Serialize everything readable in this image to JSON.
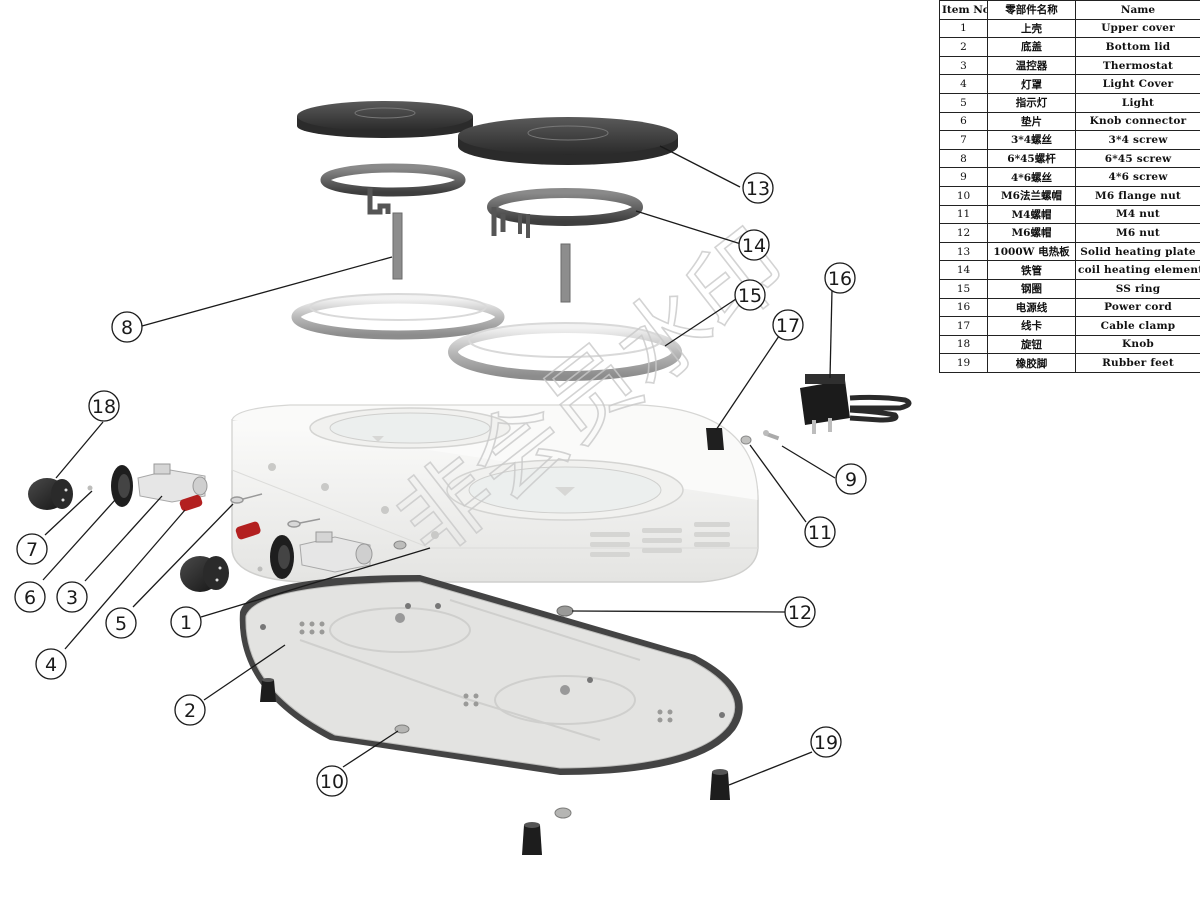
{
  "table": {
    "headers": [
      "Item No",
      "零部件名称",
      "Name"
    ],
    "rows": [
      {
        "no": "1",
        "cn": "上壳",
        "en": "Upper cover"
      },
      {
        "no": "2",
        "cn": "底盖",
        "en": "Bottom lid"
      },
      {
        "no": "3",
        "cn": "温控器",
        "en": "Thermostat"
      },
      {
        "no": "4",
        "cn": "灯罩",
        "en": "Light Cover"
      },
      {
        "no": "5",
        "cn": "指示灯",
        "en": "Light"
      },
      {
        "no": "6",
        "cn": "垫片",
        "en": "Knob connector"
      },
      {
        "no": "7",
        "cn": "3*4螺丝",
        "en": "3*4 screw"
      },
      {
        "no": "8",
        "cn": "6*45螺杆",
        "en": "6*45 screw"
      },
      {
        "no": "9",
        "cn": "4*6螺丝",
        "en": "4*6 screw"
      },
      {
        "no": "10",
        "cn": "M6法兰螺帽",
        "en": "M6 flange nut"
      },
      {
        "no": "11",
        "cn": "M4螺帽",
        "en": "M4 nut"
      },
      {
        "no": "12",
        "cn": "M6螺帽",
        "en": "M6 nut"
      },
      {
        "no": "13",
        "cn": "1000W 电热板",
        "en": "Solid heating plate"
      },
      {
        "no": "14",
        "cn": "铁管",
        "en": "coil heating element"
      },
      {
        "no": "15",
        "cn": "钢圈",
        "en": "SS ring"
      },
      {
        "no": "16",
        "cn": "电源线",
        "en": "Power cord"
      },
      {
        "no": "17",
        "cn": "线卡",
        "en": "Cable clamp"
      },
      {
        "no": "18",
        "cn": "旋钮",
        "en": "Knob"
      },
      {
        "no": "19",
        "cn": "橡胶脚",
        "en": "Rubber feet"
      }
    ]
  },
  "callouts": [
    "1",
    "2",
    "3",
    "4",
    "5",
    "6",
    "7",
    "8",
    "9",
    "10",
    "11",
    "12",
    "13",
    "14",
    "15",
    "16",
    "17",
    "18",
    "19"
  ],
  "watermark": "非会员水印",
  "colors": {
    "body": "#f4f4f2",
    "dark": "#2d2d2d",
    "metal": "#c8c8c8",
    "red": "#b32020"
  }
}
